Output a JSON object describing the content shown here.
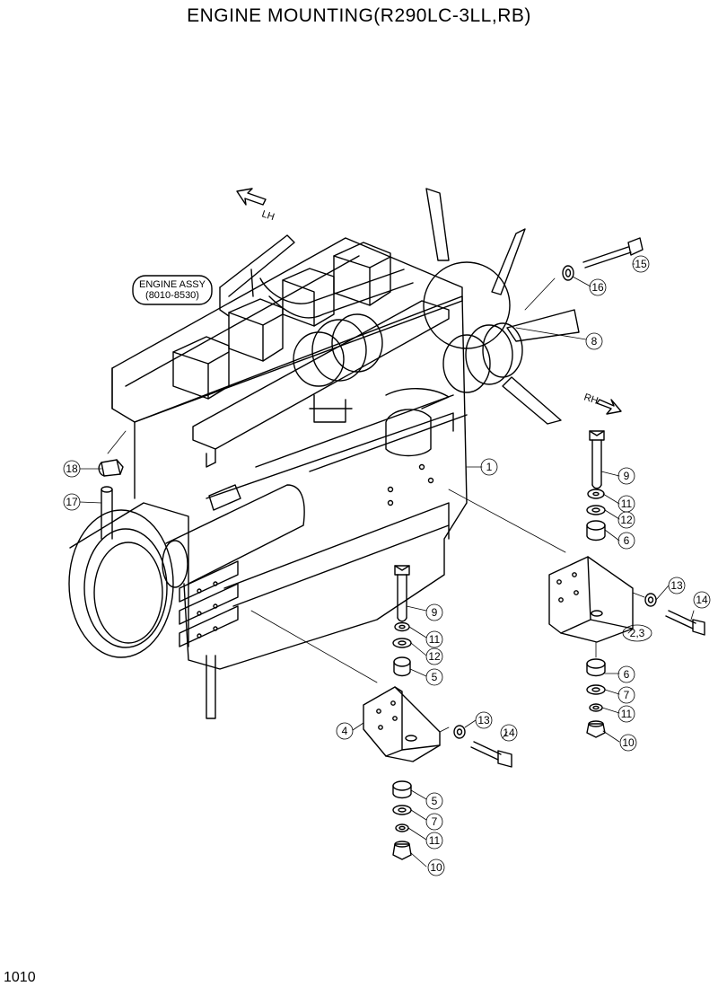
{
  "title": "ENGINE MOUNTING(R290LC-3LL,RB)",
  "page_number": "1010",
  "direction_labels": {
    "lh": "LH",
    "rh": "RH"
  },
  "engine_assy": {
    "line1": "ENGINE ASSY",
    "line2": "(8010-8530)"
  },
  "callouts": {
    "c1": "1",
    "c15": "15",
    "c16": "16",
    "c8": "8",
    "c9a": "9",
    "c11a": "11",
    "c12a": "12",
    "c6a": "6",
    "c13a": "13",
    "c14a": "14",
    "c23": "2,3",
    "c6b": "6",
    "c7a": "7",
    "c11b": "11",
    "c10a": "10",
    "c18": "18",
    "c17": "17",
    "c9b": "9",
    "c11c": "11",
    "c12b": "12",
    "c5a": "5",
    "c4": "4",
    "c13b": "13",
    "c14b": "14",
    "c5b": "5",
    "c7b": "7",
    "c11d": "11",
    "c10b": "10"
  }
}
